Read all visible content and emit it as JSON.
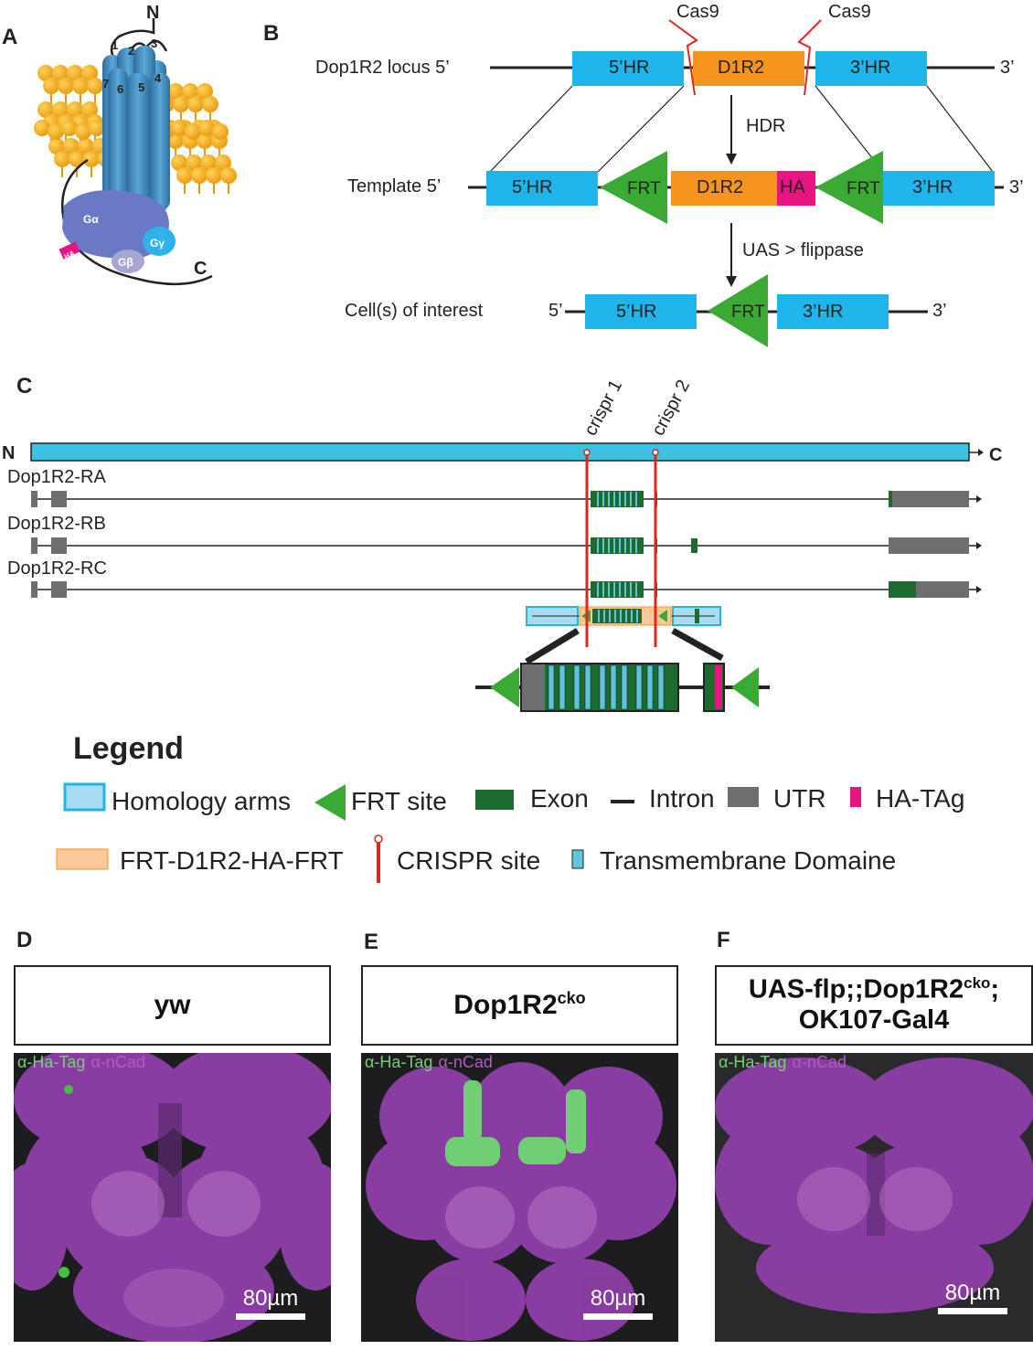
{
  "panel_labels": {
    "a": "A",
    "b": "B",
    "c": "C",
    "d": "D",
    "e": "E",
    "f": "F"
  },
  "panel_a": {
    "n_label": "N",
    "c_label": "C",
    "helix_numbers": [
      "1",
      "2",
      "3",
      "7",
      "6",
      "5",
      "4"
    ],
    "g_alpha": "Gα",
    "g_beta": "Gβ",
    "g_gamma": "Gγ",
    "ha": "HA"
  },
  "panel_b": {
    "cas9_left": "Cas9",
    "cas9_right": "Cas9",
    "locus_label": "Dop1R2 locus 5’",
    "locus_end": "3’",
    "template_label": "Template 5’",
    "template_end": "3’",
    "cell_label": "Cell(s) of interest",
    "cell_start": "5’",
    "cell_end": "3’",
    "hr5": "5’HR",
    "hr3": "3’HR",
    "d1r2": "D1R2",
    "ha": "HA",
    "frt": "FRT",
    "hdr": "HDR",
    "flippase": "UAS > flippase"
  },
  "panel_c": {
    "crispr1": "crispr 1",
    "crispr2": "crispr 2",
    "n_label": "N",
    "c_label": "C",
    "isoforms": [
      "Dop1R2-RA",
      "Dop1R2-RB",
      "Dop1R2-RC"
    ]
  },
  "legend": {
    "title": "Legend",
    "items": [
      "Homology arms",
      "FRT site",
      "Exon",
      "Intron",
      "UTR",
      "HA-TAg",
      "FRT-D1R2-HA-FRT",
      "CRISPR site",
      "Transmembrane Domaine"
    ]
  },
  "images": [
    {
      "caption": "yw",
      "superscript": "",
      "caption2": "",
      "channel_green": "α-Ha-Tag",
      "channel_magenta": "α-nCad",
      "scale": "80µm"
    },
    {
      "caption": "Dop1R2",
      "superscript": "cko",
      "caption2": "",
      "channel_green": "α-Ha-Tag",
      "channel_magenta": "α-nCad",
      "scale": "80µm"
    },
    {
      "caption": "UAS-flp;;Dop1R2",
      "superscript": "cko",
      "caption2": ";",
      "caption_line2": "OK107-Gal4",
      "channel_green": "α-Ha-Tag",
      "channel_magenta": "α-nCad",
      "scale": "80µm"
    }
  ],
  "colors": {
    "membrane": "#f5b21a",
    "receptor": "#3e8ec4",
    "galpha": "#6a79c4",
    "homology": "#1fb4ea",
    "d1r2": "#f7941d",
    "ha": "#e8147f",
    "frt": "#3aaa35",
    "gene_bar": "#3cc0e4",
    "exon": "#1d6b31",
    "utr": "#6d6e70",
    "crispr": "#e1251b",
    "tm": "#5ec6d8",
    "insert": "#f9c99a",
    "neuropil": "#8f3ea8"
  }
}
